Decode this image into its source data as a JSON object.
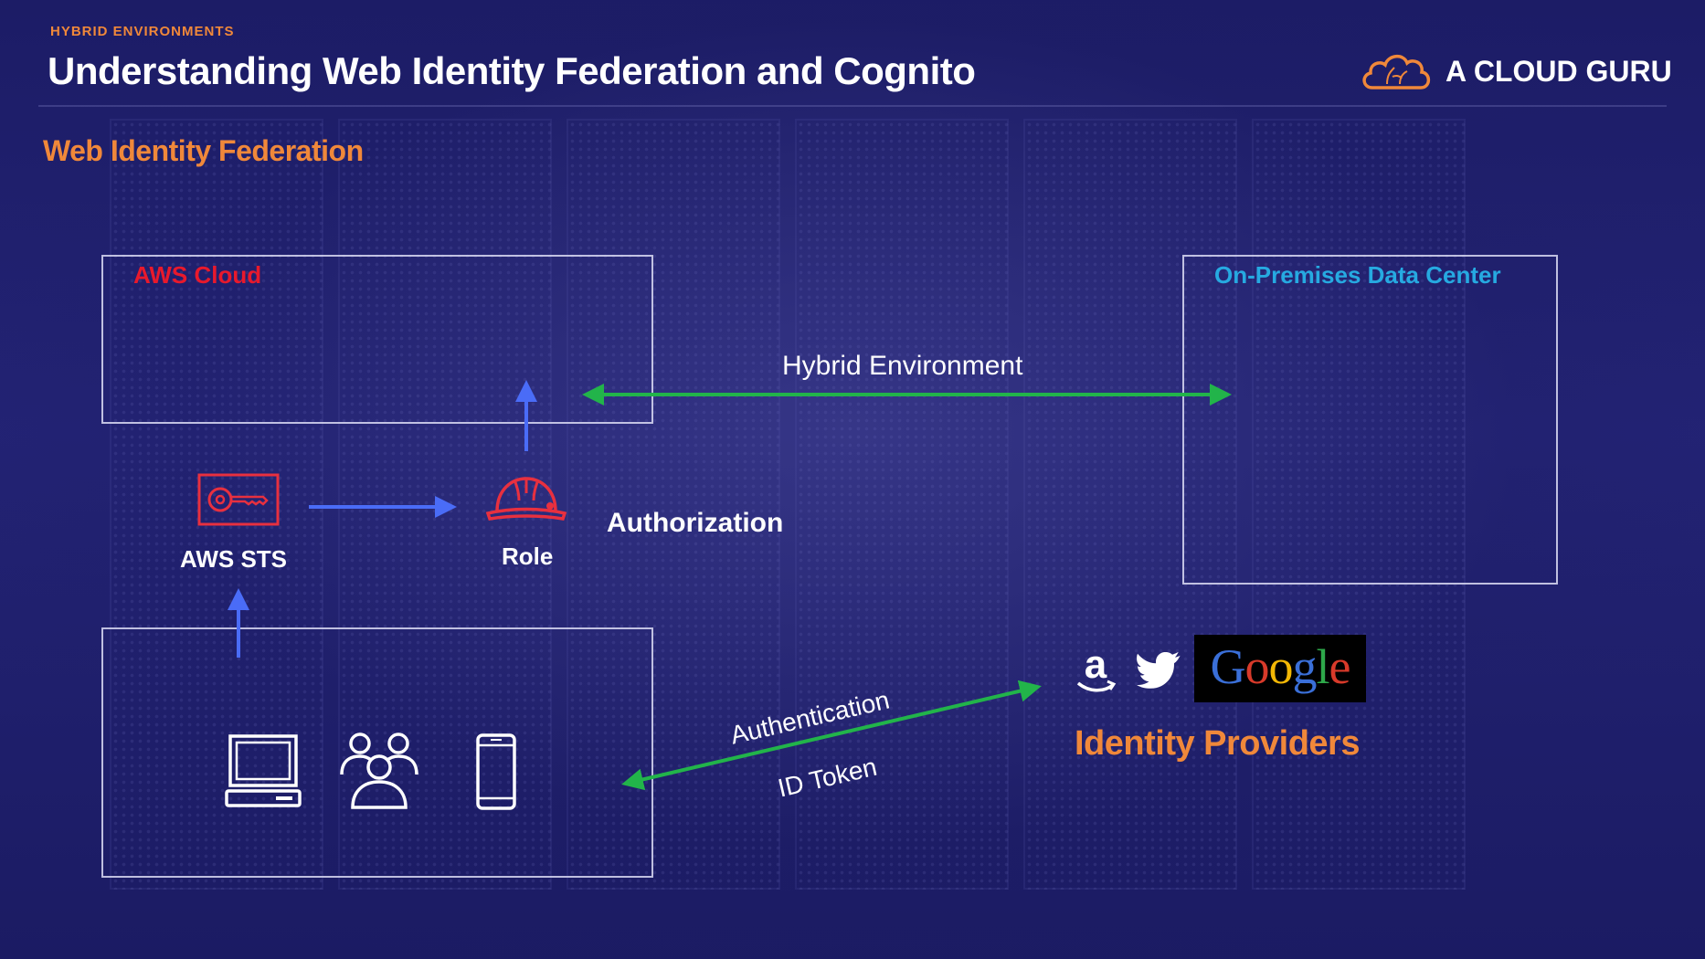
{
  "header": {
    "eyebrow": "HYBRID ENVIRONMENTS",
    "title": "Understanding Web Identity Federation and Cognito",
    "brand_name": "A CLOUD GURU"
  },
  "section_title": "Web Identity Federation",
  "boxes": {
    "aws_cloud": {
      "label": "AWS Cloud",
      "color": "#e8192c"
    },
    "on_premises": {
      "label": "On-Premises Data Center",
      "color": "#26aae1"
    }
  },
  "nodes": {
    "sts": {
      "label": "AWS STS",
      "icon": "key-icon"
    },
    "role": {
      "label": "Role",
      "icon": "hard-hat-icon"
    }
  },
  "labels": {
    "hybrid_environment": "Hybrid Environment",
    "authorization": "Authorization",
    "authentication": "Authentication",
    "id_token": "ID Token"
  },
  "clients": [
    "laptop-icon",
    "users-icon",
    "mobile-phone-icon"
  ],
  "identity_providers": {
    "title": "Identity Providers",
    "providers": [
      "amazon-logo",
      "twitter-logo",
      "google-logo"
    ],
    "google_letters": [
      {
        "ch": "G",
        "color": "#3a6fd8"
      },
      {
        "ch": "o",
        "color": "#d83a2a"
      },
      {
        "ch": "o",
        "color": "#f2b705"
      },
      {
        "ch": "g",
        "color": "#3a6fd8"
      },
      {
        "ch": "l",
        "color": "#2ea84a"
      },
      {
        "ch": "e",
        "color": "#d83a2a"
      }
    ]
  },
  "colors": {
    "accent_orange": "#f0883a",
    "arrow_blue": "#4a6cf7",
    "arrow_green": "#22b44a",
    "icon_red": "#e8303f"
  }
}
